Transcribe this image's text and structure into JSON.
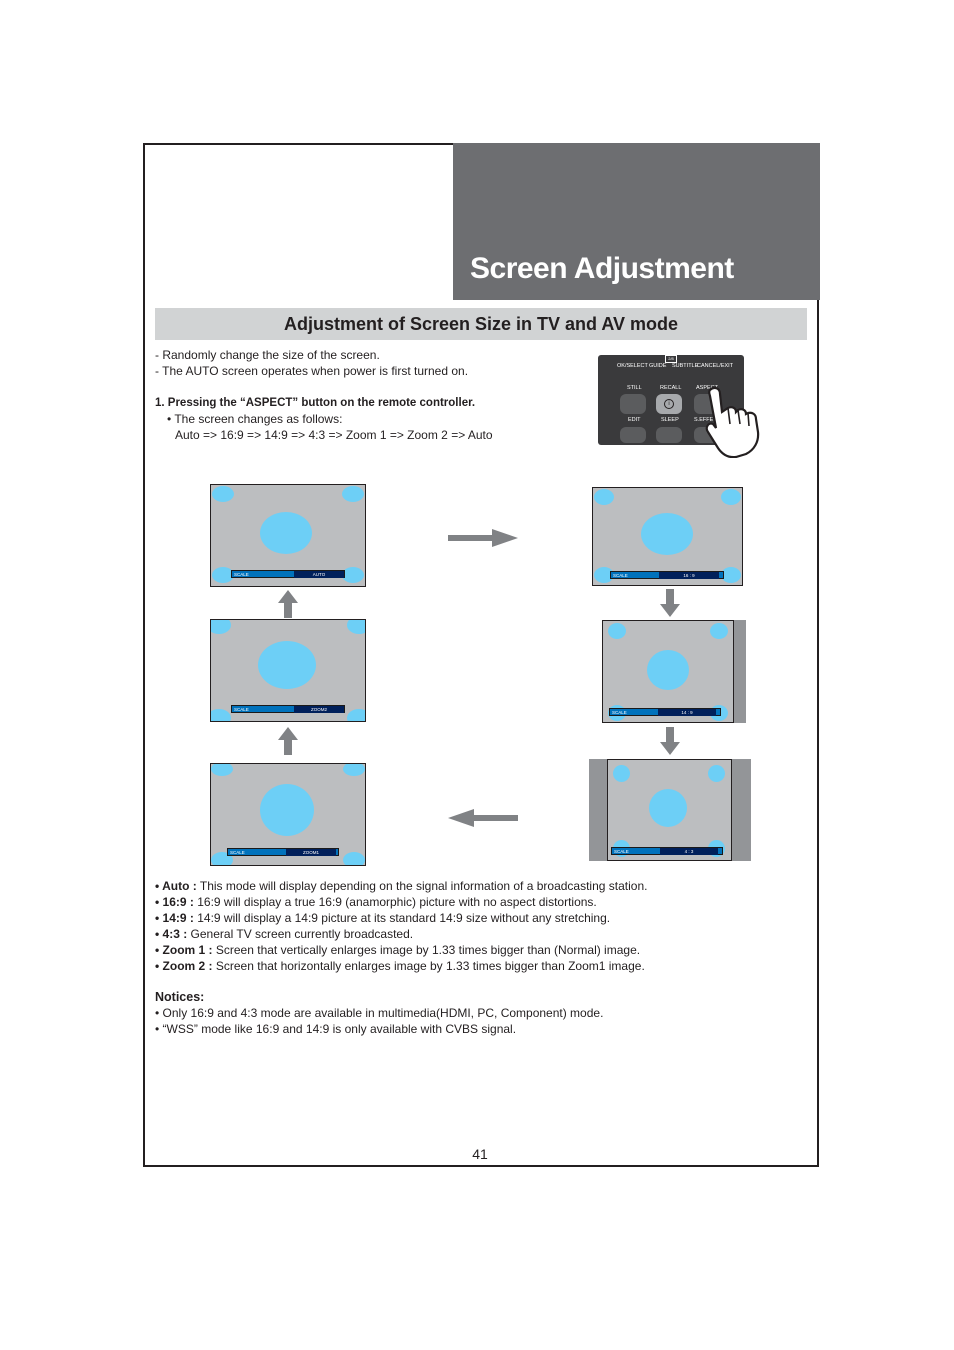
{
  "page_title": "Screen Adjustment",
  "section_title": "Adjustment of Screen Size in TV and AV mode",
  "intro": {
    "line1": "- Randomly change the size of the screen.",
    "line2": "- The AUTO screen operates when power is first turned on."
  },
  "step1": {
    "heading": "1. Pressing the “ASPECT” button on the remote controller.",
    "sub": "• The screen changes as follows:",
    "sequence": "Auto => 16:9 => 14:9 => 4:3 => Zoom 1 => Zoom 2 => Auto"
  },
  "remote": {
    "badge": "2/8",
    "row1": [
      "OK/SELECT",
      "GUIDE",
      "SUBTITLE",
      "CANCEL/EXIT"
    ],
    "row2": [
      "STILL",
      "RECALL",
      "ASPECT"
    ],
    "row3": [
      "EDIT",
      "SLEEP",
      "S.EFFECT"
    ]
  },
  "screens": {
    "scale_label": "SCALE",
    "auto": "AUTO",
    "r169": "16 : 9",
    "r149": "14 : 9",
    "r43": "4 : 3",
    "zoom1": "ZOOM1",
    "zoom2": "ZOOM2"
  },
  "colors": {
    "title_bg": "#6d6e71",
    "section_bg": "#d1d3d4",
    "screen_bg": "#bcbec0",
    "circle": "#6dcff6",
    "osd": "#0072bc",
    "arrow": "#808285"
  },
  "modes": [
    {
      "key": "• Auto :",
      "text": " This mode will display depending on the signal information of a broadcasting station."
    },
    {
      "key": "• 16:9 :",
      "text": " 16:9 will display a true 16:9 (anamorphic) picture with no aspect distortions."
    },
    {
      "key": "• 14:9 :",
      "text": " 14:9 will display a 14:9 picture at its standard 14:9 size without any stretching."
    },
    {
      "key": "• 4:3 :",
      "text": " General TV screen currently broadcasted."
    },
    {
      "key": "• Zoom 1 :",
      "text": " Screen that vertically enlarges image by 1.33 times bigger than (Normal) image."
    },
    {
      "key": "• Zoom 2 :",
      "text": " Screen that horizontally enlarges image by 1.33 times bigger than Zoom1 image."
    }
  ],
  "notices": {
    "heading": "Notices:",
    "items": [
      "• Only 16:9 and 4:3 mode are available in multimedia(HDMI, PC, Component) mode.",
      "• “WSS” mode like 16:9 and 14:9 is only available with CVBS signal."
    ]
  },
  "page_number": "41"
}
